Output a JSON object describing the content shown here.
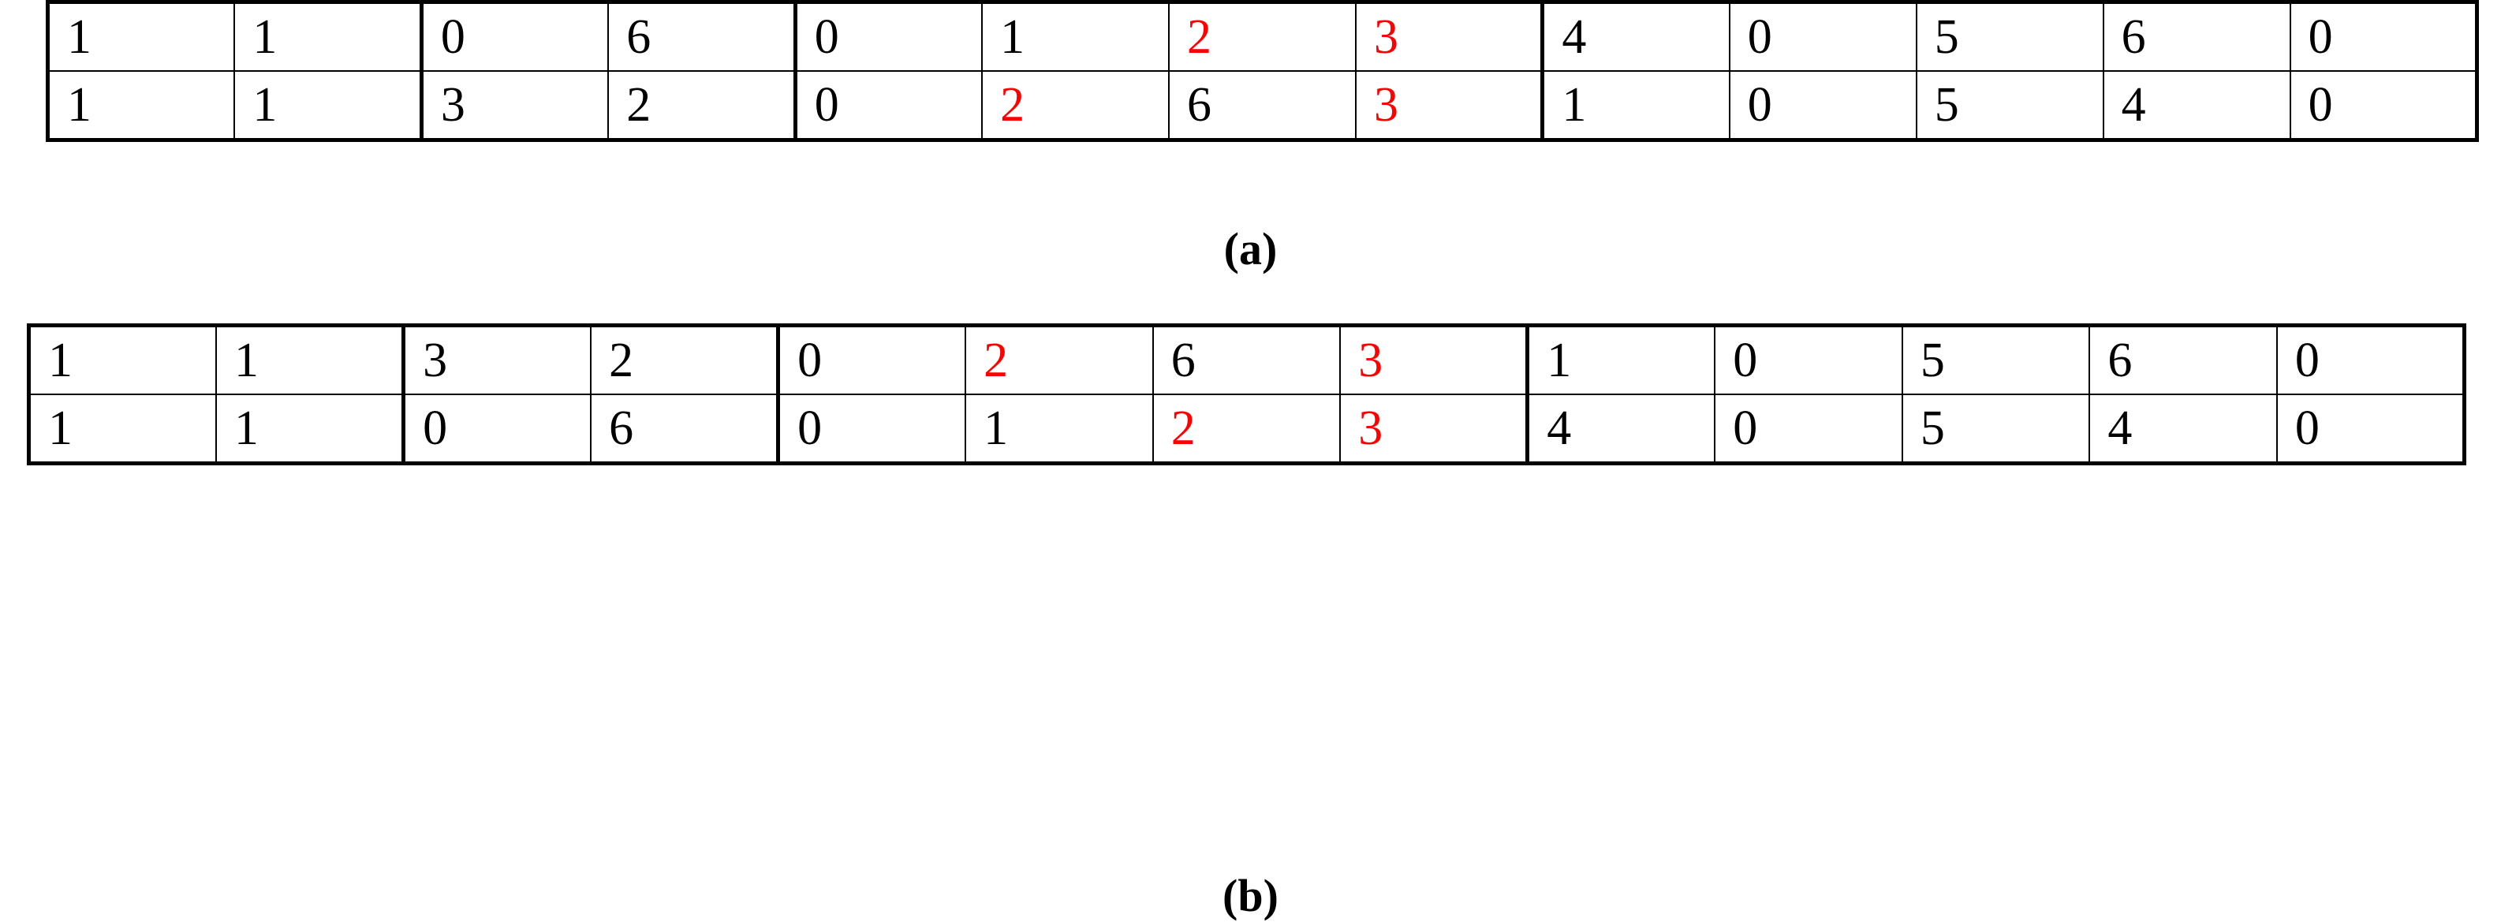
{
  "figure": {
    "background_color": "#ffffff",
    "text_color": "#000000",
    "highlight_color": "#fe0000",
    "border_color": "#000000",
    "column_count": 13,
    "row_count": 2,
    "group_boundaries_before_column_index": [
      2,
      4,
      8
    ]
  },
  "panels": [
    {
      "id": "a",
      "caption": "(a)",
      "rows": [
        {
          "cells": [
            {
              "value": "1",
              "color": "#000000"
            },
            {
              "value": "1",
              "color": "#000000"
            },
            {
              "value": "0",
              "color": "#000000"
            },
            {
              "value": "6",
              "color": "#000000"
            },
            {
              "value": "0",
              "color": "#000000"
            },
            {
              "value": "1",
              "color": "#000000"
            },
            {
              "value": "2",
              "color": "#fe0000"
            },
            {
              "value": "3",
              "color": "#fe0000"
            },
            {
              "value": "4",
              "color": "#000000"
            },
            {
              "value": "0",
              "color": "#000000"
            },
            {
              "value": "5",
              "color": "#000000"
            },
            {
              "value": "6",
              "color": "#000000"
            },
            {
              "value": "0",
              "color": "#000000"
            }
          ]
        },
        {
          "cells": [
            {
              "value": "1",
              "color": "#000000"
            },
            {
              "value": "1",
              "color": "#000000"
            },
            {
              "value": "3",
              "color": "#000000"
            },
            {
              "value": "2",
              "color": "#000000"
            },
            {
              "value": "0",
              "color": "#000000"
            },
            {
              "value": "2",
              "color": "#fe0000"
            },
            {
              "value": "6",
              "color": "#000000"
            },
            {
              "value": "3",
              "color": "#fe0000"
            },
            {
              "value": "1",
              "color": "#000000"
            },
            {
              "value": "0",
              "color": "#000000"
            },
            {
              "value": "5",
              "color": "#000000"
            },
            {
              "value": "4",
              "color": "#000000"
            },
            {
              "value": "0",
              "color": "#000000"
            }
          ]
        }
      ]
    },
    {
      "id": "b",
      "caption": "(b)",
      "rows": [
        {
          "cells": [
            {
              "value": "1",
              "color": "#000000"
            },
            {
              "value": "1",
              "color": "#000000"
            },
            {
              "value": "3",
              "color": "#000000"
            },
            {
              "value": "2",
              "color": "#000000"
            },
            {
              "value": "0",
              "color": "#000000"
            },
            {
              "value": "2",
              "color": "#fe0000"
            },
            {
              "value": "6",
              "color": "#000000"
            },
            {
              "value": "3",
              "color": "#fe0000"
            },
            {
              "value": "1",
              "color": "#000000"
            },
            {
              "value": "0",
              "color": "#000000"
            },
            {
              "value": "5",
              "color": "#000000"
            },
            {
              "value": "6",
              "color": "#000000"
            },
            {
              "value": "0",
              "color": "#000000"
            }
          ]
        },
        {
          "cells": [
            {
              "value": "1",
              "color": "#000000"
            },
            {
              "value": "1",
              "color": "#000000"
            },
            {
              "value": "0",
              "color": "#000000"
            },
            {
              "value": "6",
              "color": "#000000"
            },
            {
              "value": "0",
              "color": "#000000"
            },
            {
              "value": "1",
              "color": "#000000"
            },
            {
              "value": "2",
              "color": "#fe0000"
            },
            {
              "value": "3",
              "color": "#fe0000"
            },
            {
              "value": "4",
              "color": "#000000"
            },
            {
              "value": "0",
              "color": "#000000"
            },
            {
              "value": "5",
              "color": "#000000"
            },
            {
              "value": "4",
              "color": "#000000"
            },
            {
              "value": "0",
              "color": "#000000"
            }
          ]
        }
      ]
    }
  ]
}
